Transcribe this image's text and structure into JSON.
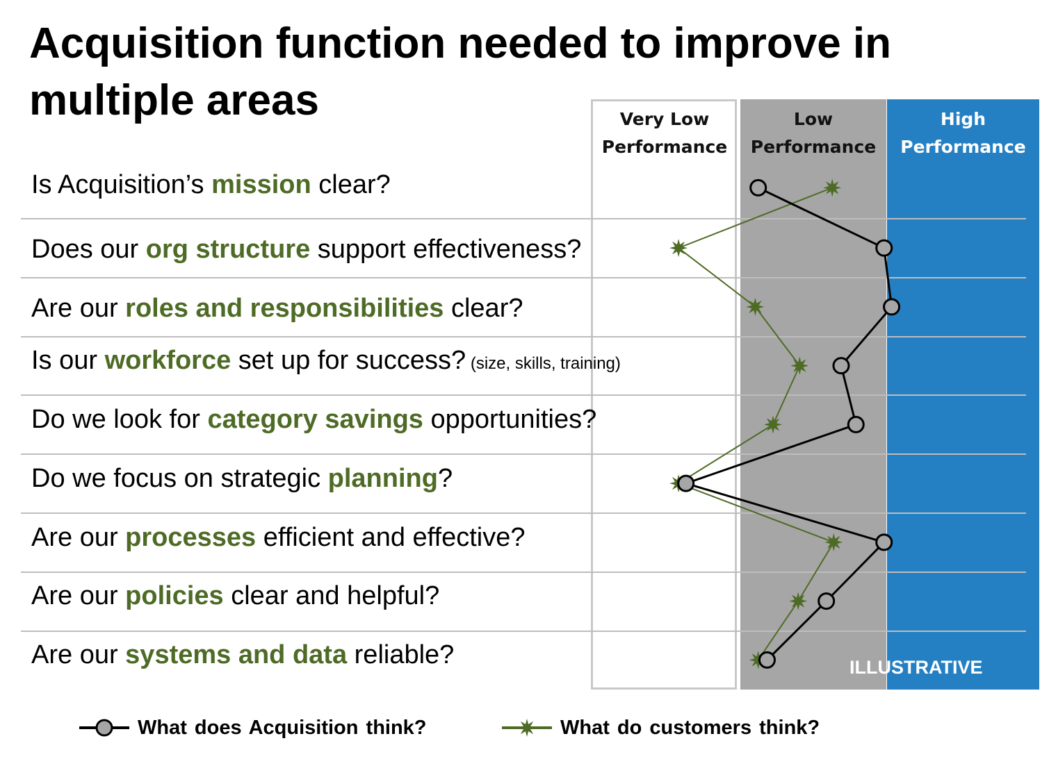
{
  "title": "Acquisition function needed to improve in multiple areas",
  "bands": [
    {
      "label_line1": "Very Low",
      "label_line2": "Performance",
      "color": "#ffffff"
    },
    {
      "label_line1": "Low",
      "label_line2": "Performance",
      "color": "#a6a6a6"
    },
    {
      "label_line1": "High",
      "label_line2": "Performance",
      "color": "#2580c3"
    }
  ],
  "questions": [
    {
      "pre": "Is Acquisition’s ",
      "kw": "mission",
      "post": " clear?",
      "sub": ""
    },
    {
      "pre": "Does our ",
      "kw": "org structure",
      "post": " support effectiveness?",
      "sub": ""
    },
    {
      "pre": "Are our ",
      "kw": "roles and responsibilities",
      "post": " clear?",
      "sub": ""
    },
    {
      "pre": "Is our ",
      "kw": "workforce",
      "post": " set up for success?",
      "sub": " (size, skills, training)"
    },
    {
      "pre": "Do we  look for ",
      "kw": "category savings",
      "post": " opportunities?",
      "sub": ""
    },
    {
      "pre": "Do we focus on strategic ",
      "kw": "planning",
      "post": "?",
      "sub": ""
    },
    {
      "pre": "Are our ",
      "kw": "processes",
      "post": " efficient and effective?",
      "sub": ""
    },
    {
      "pre": "Are our ",
      "kw": "policies",
      "post": " clear and helpful?",
      "sub": ""
    },
    {
      "pre": "Are our ",
      "kw": "systems and data",
      "post": " reliable?",
      "sub": ""
    }
  ],
  "illustrative": "ILLUSTRATIVE",
  "legend": {
    "acquisition": "What does Acquisition  think?",
    "customers": "What do customers think?"
  },
  "colors": {
    "accent_green": "#4e6b26",
    "acquisition_marker": "#a6a6a6",
    "high_band": "#2580c3"
  },
  "chart_data": {
    "type": "line",
    "categories": [
      "mission",
      "org structure",
      "roles and responsibilities",
      "workforce",
      "category savings",
      "planning",
      "processes",
      "policies",
      "systems and data"
    ],
    "x_scale": "0 = left edge of Very Low Performance, 1 = Very Low/Low boundary, 2 = Low/High boundary, 3 = right edge of High Performance",
    "xlim": [
      0,
      3
    ],
    "series": [
      {
        "name": "What does Acquisition  think?",
        "marker": "circle",
        "color": "#000000",
        "values": [
          1.13,
          1.98,
          2.03,
          1.69,
          1.79,
          0.64,
          1.98,
          1.59,
          1.19
        ]
      },
      {
        "name": "What do customers think?",
        "marker": "star",
        "color": "#4e6b26",
        "values": [
          1.63,
          0.59,
          1.11,
          1.41,
          1.23,
          0.59,
          1.64,
          1.4,
          1.13
        ]
      }
    ]
  }
}
